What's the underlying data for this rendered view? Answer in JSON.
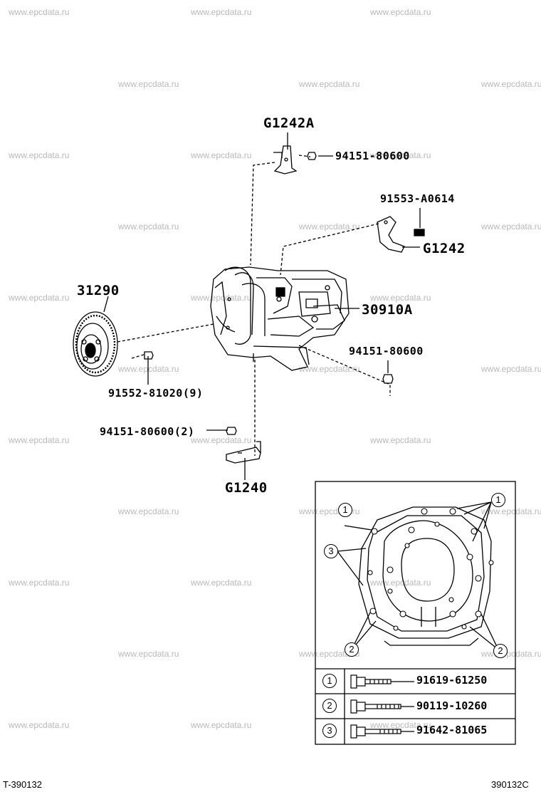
{
  "watermark": "www.epcdata.ru",
  "parts": {
    "g1242a": "G1242A",
    "p94151_top": "94151-80600",
    "p91553": "91553-A0614",
    "g1242": "G1242",
    "p31290": "31290",
    "p30910a": "30910A",
    "p94151_mid": "94151-80600",
    "p91552": "91552-81020(9)",
    "p94151_low": "94151-80600(2)",
    "g1240": "G1240"
  },
  "inset": {
    "callouts": [
      "1",
      "2",
      "3"
    ],
    "table": [
      {
        "key": "1",
        "part": "91619-61250"
      },
      {
        "key": "2",
        "part": "90119-10260"
      },
      {
        "key": "3",
        "part": "91642-81065"
      }
    ]
  },
  "footer": {
    "left": "T-390132",
    "right": "390132C"
  }
}
